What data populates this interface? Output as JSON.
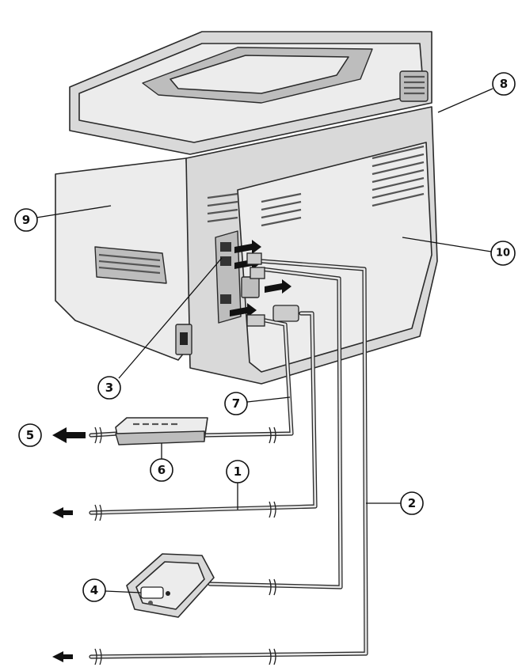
{
  "callouts": [
    {
      "id": "1",
      "label": "①"
    },
    {
      "id": "2",
      "label": "②"
    },
    {
      "id": "3",
      "label": "③"
    },
    {
      "id": "4",
      "label": "④"
    },
    {
      "id": "5",
      "label": "⑤"
    },
    {
      "id": "6",
      "label": "⑥"
    },
    {
      "id": "7",
      "label": "⑦"
    },
    {
      "id": "8",
      "label": "⑧"
    },
    {
      "id": "9",
      "label": "⑨"
    },
    {
      "id": "10",
      "label": "⑩"
    }
  ],
  "colors": {
    "outline": "#2a2a2a",
    "body": "#d9d9d9",
    "background": "#ffffff"
  },
  "icons": [
    "printer-body",
    "router-box",
    "handset-phone",
    "cable-break-marks",
    "direction-arrow"
  ]
}
